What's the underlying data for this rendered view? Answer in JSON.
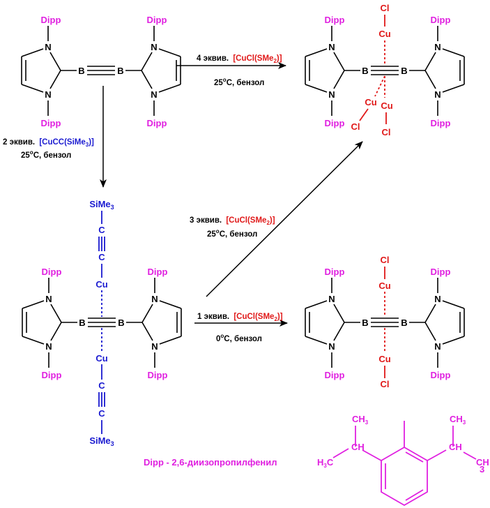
{
  "labels": {
    "dipp": "Dipp",
    "n": "N",
    "b": "B",
    "cu": "Cu",
    "cl": "Cl",
    "c": "C",
    "si": "SiMe",
    "si_sub": "3"
  },
  "reactions": {
    "r1": {
      "amount": "4 эквив.",
      "reagent": "[CuCl(SMe",
      "reagent_sub": "2",
      "reagent_end": ")]",
      "conditions_temp": "25",
      "conditions_deg": "o",
      "conditions_rest": "C, бензол"
    },
    "r2": {
      "amount": "2 эквив.",
      "reagent": "[CuCC(SiMe",
      "reagent_sub": "3",
      "reagent_end": ")]",
      "conditions_temp": "25",
      "conditions_deg": "o",
      "conditions_rest": "C, бензол"
    },
    "r3": {
      "amount": "3 эквив.",
      "reagent": "[CuCl(SMe",
      "reagent_sub": "2",
      "reagent_end": ")]",
      "conditions_temp": "25",
      "conditions_deg": "o",
      "conditions_rest": "C, бензол"
    },
    "r4": {
      "amount": "1 эквив.",
      "reagent": "[CuCl(SMe",
      "reagent_sub": "2",
      "reagent_end": ")]",
      "conditions_temp": "0",
      "conditions_deg": "o",
      "conditions_rest": "C, бензол"
    }
  },
  "legend": {
    "text": "Dipp - 2,6-диизопропилфенил",
    "ch3": "CH",
    "ch": "CH",
    "h3c_h": "H",
    "h3c_c": "C",
    "sub3": "3"
  },
  "colors": {
    "dipp": "#e020e0",
    "copper_cl": "#e01818",
    "copper_alkynyl": "#1a1ad0",
    "bonds": "#000000"
  }
}
